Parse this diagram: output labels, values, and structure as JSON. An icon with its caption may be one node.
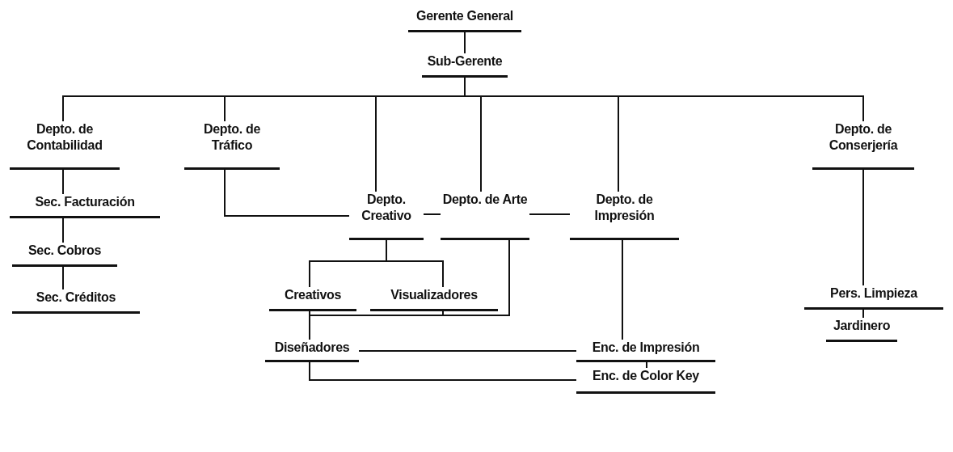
{
  "diagram": {
    "nodes": [
      {
        "text": [
          "Gerente General"
        ]
      },
      {
        "text": [
          "Sub-Gerente"
        ]
      },
      {
        "text": [
          "Depto. de Contabilidad"
        ]
      },
      {
        "text": [
          "Depto. de Tráfico"
        ]
      },
      {
        "text": [
          "Depto. Creativo"
        ]
      },
      {
        "text": [
          "Depto. de Arte"
        ]
      },
      {
        "text": [
          "Depto. de Impresión"
        ]
      },
      {
        "text": [
          "Depto. de Conserjería"
        ]
      },
      {
        "text": [
          "Sec. Facturación"
        ]
      },
      {
        "text": [
          "Sec. Cobros"
        ]
      },
      {
        "text": [
          "Creativos"
        ]
      },
      {
        "text": [
          "Visualizadores"
        ]
      },
      {
        "text": [
          "Pers. Limpieza"
        ]
      },
      {
        "text": [
          "Sec. Créditos"
        ]
      },
      {
        "text": [
          "Jardinero"
        ]
      },
      {
        "text": [
          "Diseñadores"
        ]
      },
      {
        "text": [
          "Enc. de Impresión"
        ]
      },
      {
        "text": [
          "Enc. de Color Key"
        ]
      }
    ],
    "edges": [
      {
        "from": 0,
        "to": 1,
        "arrow": "none"
      },
      {
        "from": 1,
        "to": 2,
        "arrow": "none"
      },
      {
        "from": 1,
        "to": 3,
        "arrow": "none"
      },
      {
        "from": 1,
        "to": 4,
        "arrow": "none"
      },
      {
        "from": 1,
        "to": 5,
        "arrow": "none"
      },
      {
        "from": 1,
        "to": 6,
        "arrow": "none"
      },
      {
        "from": 1,
        "to": 7,
        "arrow": "none"
      },
      {
        "from": 2,
        "to": 8,
        "arrow": "none"
      },
      {
        "from": 8,
        "to": 9,
        "arrow": "none"
      },
      {
        "from": 9,
        "to": 13,
        "arrow": "none"
      },
      {
        "from": 3,
        "to": 4,
        "arrow": "none"
      },
      {
        "from": 4,
        "to": 5,
        "arrow": "none"
      },
      {
        "from": 5,
        "to": 6,
        "arrow": "none"
      },
      {
        "from": 4,
        "to": 10,
        "arrow": "none"
      },
      {
        "from": 4,
        "to": 11,
        "arrow": "none"
      },
      {
        "from": 10,
        "to": 15,
        "arrow": "none"
      },
      {
        "from": 11,
        "to": 15,
        "arrow": "none"
      },
      {
        "from": 5,
        "to": 15,
        "arrow": "none"
      },
      {
        "from": 15,
        "to": 16,
        "arrow": "none"
      },
      {
        "from": 15,
        "to": 17,
        "arrow": "none"
      },
      {
        "from": 6,
        "to": 16,
        "arrow": "none"
      },
      {
        "from": 16,
        "to": 17,
        "arrow": "none"
      },
      {
        "from": 7,
        "to": 12,
        "arrow": "none"
      },
      {
        "from": 12,
        "to": 14,
        "arrow": "none"
      }
    ]
  }
}
